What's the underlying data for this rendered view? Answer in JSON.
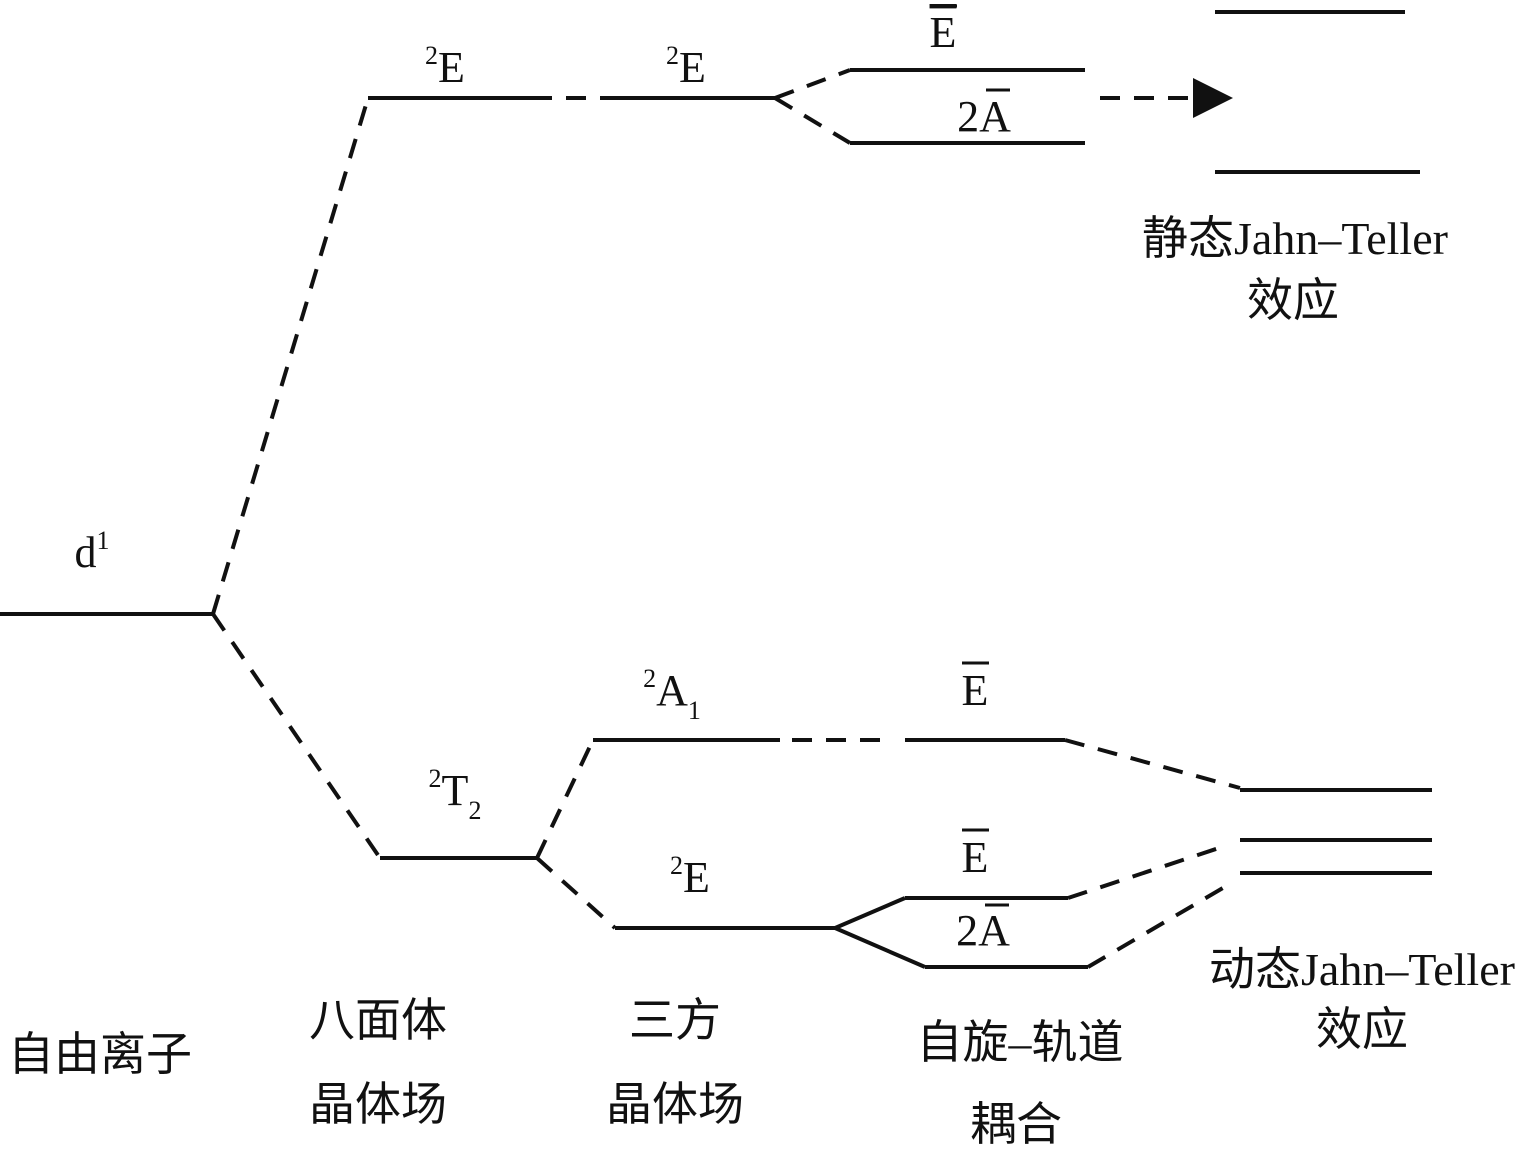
{
  "colors": {
    "ink": "#111111",
    "background": "#ffffff"
  },
  "free_ion": {
    "level": "d",
    "sup": "1",
    "caption": "自由离子"
  },
  "octahedral": {
    "upper": {
      "sup": "2",
      "term": "E"
    },
    "lower": {
      "sup": "2",
      "term": "T",
      "sub": "2"
    },
    "caption_line1": "八面体",
    "caption_line2": "晶体场"
  },
  "trigonal": {
    "upper": {
      "sup": "2",
      "term": "E"
    },
    "lower_a": {
      "sup": "2",
      "term": "A",
      "sub": "1"
    },
    "lower_e": {
      "sup": "2",
      "term": "E"
    },
    "caption_line1": "三方",
    "caption_line2": "晶体场"
  },
  "spin_orbit": {
    "upper_e": "E",
    "upper_a": "2A",
    "lower_a1_e": "E",
    "lower_e": "E",
    "lower_a": "2A",
    "caption_line1": "自旋–轨道",
    "caption_line2": "耦合"
  },
  "static_jt": {
    "caption_line1": "静态Jahn–Teller",
    "caption_line2": "效应"
  },
  "dynamic_jt": {
    "caption_line1": "动态Jahn–Teller",
    "caption_line2": "效应"
  }
}
